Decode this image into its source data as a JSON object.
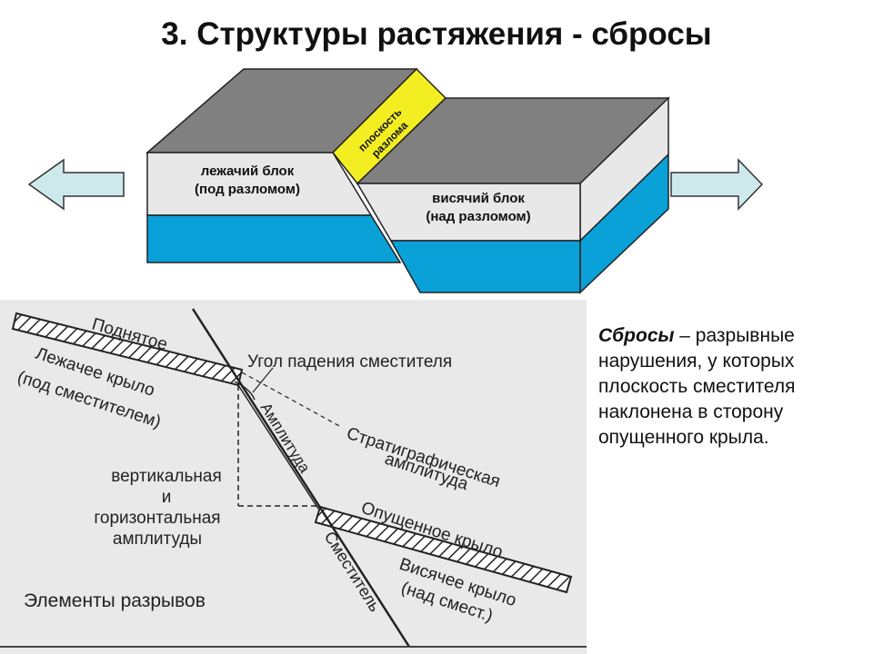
{
  "slide": {
    "title": "3. Структуры растяжения - сбросы"
  },
  "block_diagram": {
    "fault_plane_label": [
      "плоскость",
      "разлома"
    ],
    "footwall_label": [
      "лежачий блок",
      "(под разломом)"
    ],
    "hangingwall_label": [
      "висячий блок",
      "(над разломом)"
    ],
    "arrow_left_icon": "arrow-left-icon",
    "arrow_right_icon": "arrow-right-icon",
    "colors": {
      "top_face": "#808080",
      "side_face": "#e8e8e8",
      "water_layer": "#0aa0d8",
      "fault_plane": "#f2ee22",
      "arrow_fill": "#cde9ec"
    }
  },
  "elements_diagram": {
    "caption": "Элементы разрывов",
    "labels": {
      "raised": "Поднятое",
      "footwall": "Лежачее крыло",
      "footwall_note": "(под сместителем)",
      "dip_angle": "Угол падения сместителя",
      "amplitude": "Амплитуда",
      "strat_1": "Стратиграфическая",
      "strat_2": "амплитуда",
      "vert_1": "вертикальная",
      "vert_2": "и",
      "vert_3": "горизонтальная",
      "vert_4": "амплитуды",
      "lowered": "Опущенное крыло",
      "fault_plane": "Сместитель",
      "hanging": "Висячее крыло",
      "hanging_note": "(над смест.)"
    }
  },
  "description": {
    "term": "Сбросы",
    "text": " – разрывные нарушения, у которых плоскость сместителя наклонена в сторону опущенного крыла."
  }
}
